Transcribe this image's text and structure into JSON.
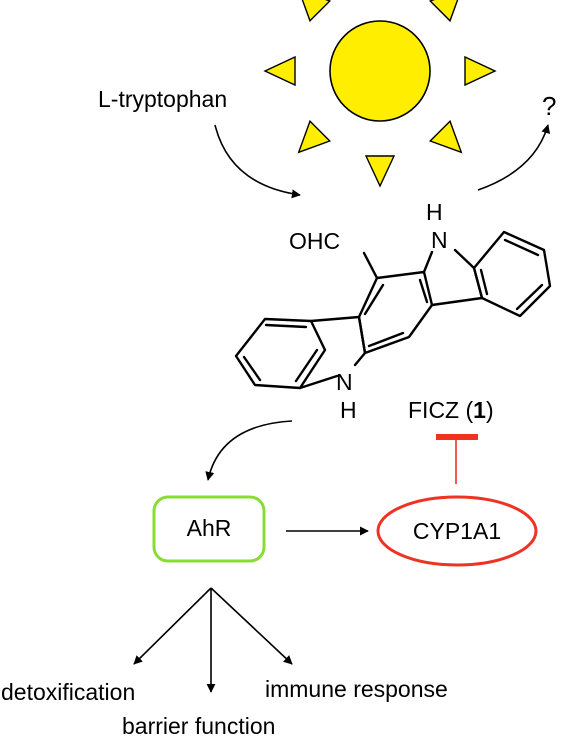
{
  "diagram": {
    "precursor": "L-tryptophan",
    "unknown_outcome": "?",
    "substituent": "OHC",
    "nh_top": "N",
    "h_top": "H",
    "nh_bottom": "N",
    "h_bottom": "H",
    "compound_name": "FICZ (",
    "compound_number": "1",
    "compound_close": ")",
    "receptor": "AhR",
    "enzyme": "CYP1A1",
    "outcomes": [
      "detoxification",
      "barrier function",
      "immune response"
    ],
    "colors": {
      "sun_fill": "#FFEE00",
      "sun_ray_fill": "#FFEE00",
      "ahr_border": "#88DD33",
      "cyp_border": "#EE3322",
      "inhibition": "#EE3322"
    }
  }
}
